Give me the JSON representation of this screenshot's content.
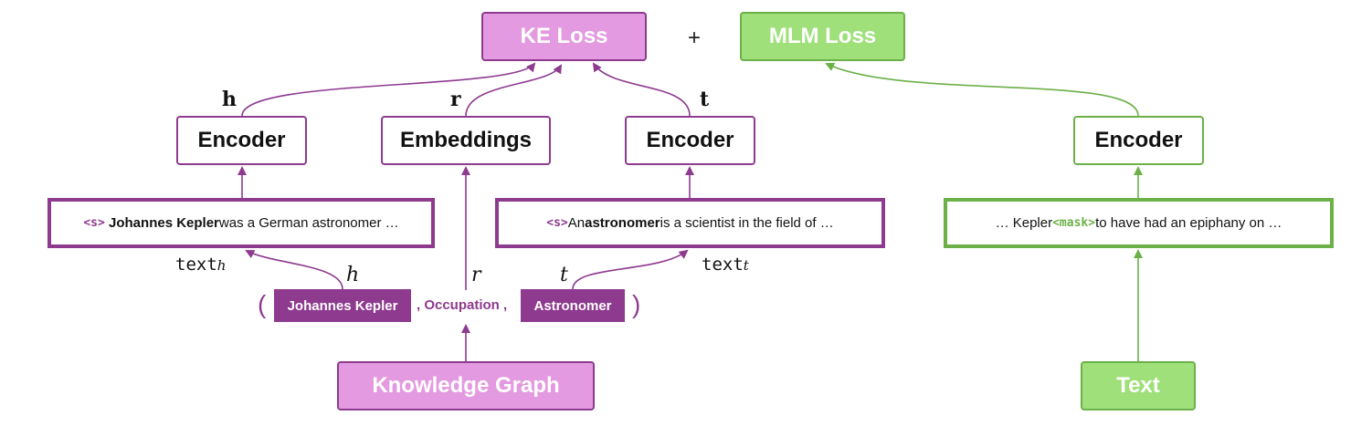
{
  "losses": {
    "ke": "KE Loss",
    "plus": "+",
    "mlm": "MLM Loss"
  },
  "heads": {
    "h": "h",
    "r": "r",
    "t": "t"
  },
  "encoders": {
    "left": "Encoder",
    "embeddings": "Embeddings",
    "right": "Encoder",
    "mlm": "Encoder"
  },
  "texts": {
    "head": {
      "start_token": "<s>",
      "bold": "Johannes Kepler",
      "rest": " was a German astronomer …"
    },
    "tail": {
      "start_token": "<s>",
      "lead": " An ",
      "bold": "astronomer",
      "rest": " is a scientist in the field of  …"
    },
    "mlm": {
      "lead": "… Kepler ",
      "mask_token": "<mask>",
      "rest": " to have had an epiphany on …"
    }
  },
  "text_labels": {
    "head_base": "text",
    "head_sub": "h",
    "tail_base": "text",
    "tail_sub": "t"
  },
  "triple": {
    "open": "(",
    "head": "Johannes Kepler",
    "relation": ", Occupation ,",
    "tail": "Astronomer",
    "close": ")",
    "h_label": "h",
    "r_label": "r",
    "t_label": "t"
  },
  "sources": {
    "kg": "Knowledge Graph",
    "text": "Text"
  },
  "colors": {
    "purple": "#8e3a8f",
    "pink": "#e39ae0",
    "green": "#6cb048",
    "light_green": "#9fe07b"
  }
}
